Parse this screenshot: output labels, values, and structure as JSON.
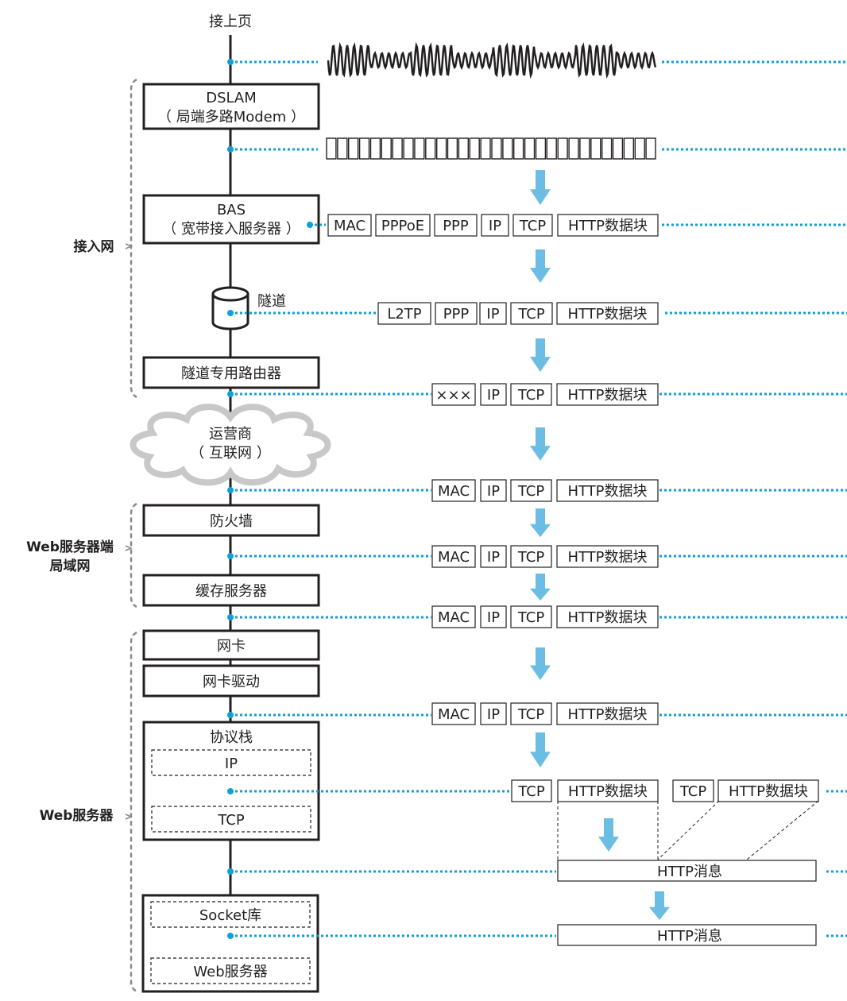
{
  "colors": {
    "accent": "#0ea0d8",
    "arrow": "#6cbde3",
    "line": "#231f20",
    "bracket": "#8a8a8a",
    "cloud": "#c8c8c8"
  },
  "top_label": "接上页",
  "groups": [
    {
      "id": "access",
      "label_lines": [
        "接入网"
      ]
    },
    {
      "id": "lan",
      "label_lines": [
        "Web服务器端",
        "局域网"
      ]
    },
    {
      "id": "server",
      "label_lines": [
        "Web服务器"
      ]
    }
  ],
  "devices": {
    "dslam": {
      "lines": [
        "DSLAM",
        "（ 局端多路Modem ）"
      ]
    },
    "bas": {
      "lines": [
        "BAS",
        "（ 宽带接入服务器 ）"
      ]
    },
    "tunnel": {
      "label": "隧道"
    },
    "tunnel_router": {
      "lines": [
        "隧道专用路由器"
      ]
    },
    "isp_cloud": {
      "lines": [
        "运营商",
        "（ 互联网 ）"
      ]
    },
    "firewall": {
      "lines": [
        "防火墙"
      ]
    },
    "cache_server": {
      "lines": [
        "缓存服务器"
      ]
    },
    "nic": {
      "lines": [
        "网卡"
      ]
    },
    "nic_driver": {
      "lines": [
        "网卡驱动"
      ]
    },
    "protocol_stack": {
      "title": "协议栈",
      "ip": "IP",
      "tcp": "TCP"
    },
    "socket_lib": {
      "label": "Socket库"
    },
    "web_server_app": {
      "label": "Web服务器"
    }
  },
  "signal": {
    "wave": "analog-signal-waveform",
    "cells": 30
  },
  "packets": [
    {
      "id": "bas",
      "fields": [
        "MAC",
        "PPPoE",
        "PPP",
        "IP",
        "TCP",
        "HTTP数据块"
      ]
    },
    {
      "id": "tunnel",
      "fields": [
        "L2TP",
        "PPP",
        "IP",
        "TCP",
        "HTTP数据块"
      ]
    },
    {
      "id": "tunnel_router",
      "fields": [
        "×××",
        "IP",
        "TCP",
        "HTTP数据块"
      ]
    },
    {
      "id": "isp",
      "fields": [
        "MAC",
        "IP",
        "TCP",
        "HTTP数据块"
      ]
    },
    {
      "id": "firewall",
      "fields": [
        "MAC",
        "IP",
        "TCP",
        "HTTP数据块"
      ]
    },
    {
      "id": "cache",
      "fields": [
        "MAC",
        "IP",
        "TCP",
        "HTTP数据块"
      ]
    },
    {
      "id": "nic_driver",
      "fields": [
        "MAC",
        "IP",
        "TCP",
        "HTTP数据块"
      ]
    },
    {
      "id": "ip_layer_a",
      "fields": [
        "TCP",
        "HTTP数据块"
      ]
    },
    {
      "id": "ip_layer_b",
      "fields": [
        "TCP",
        "HTTP数据块"
      ]
    }
  ],
  "messages": [
    {
      "id": "tcp_reassembled",
      "label": "HTTP消息"
    },
    {
      "id": "socket_delivered",
      "label": "HTTP消息"
    }
  ]
}
